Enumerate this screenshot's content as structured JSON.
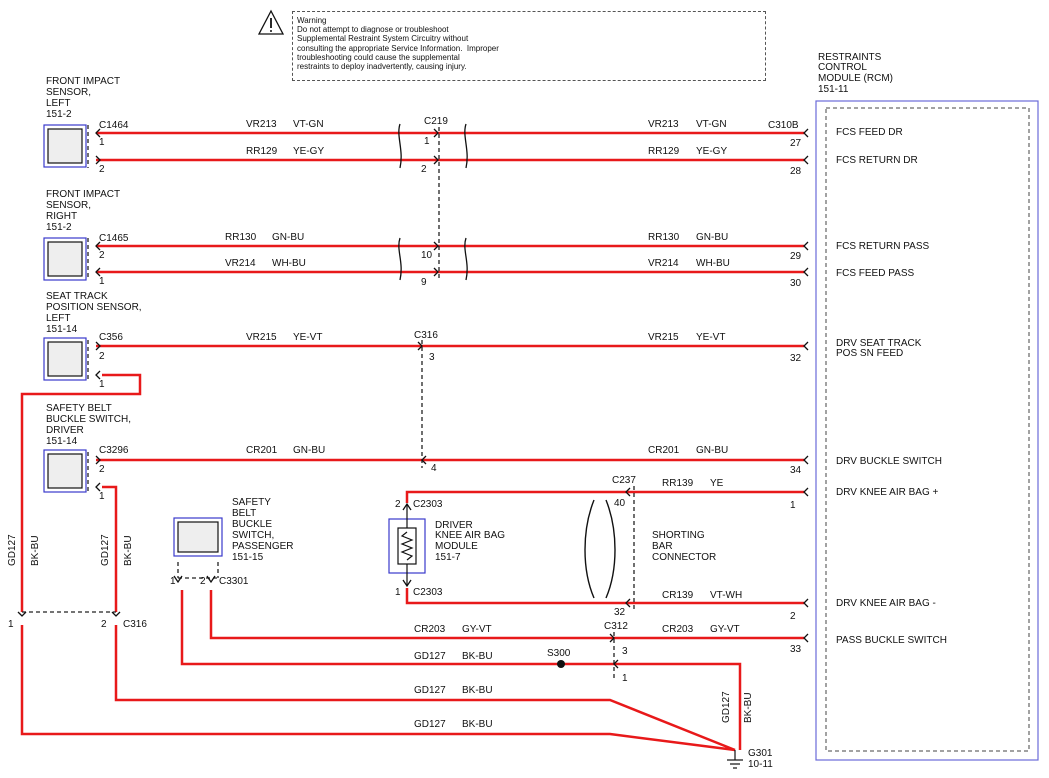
{
  "warning": {
    "title": "Warning",
    "lines": [
      "Do not attempt to diagnose or troubleshoot",
      "Supplemental Restraint System Circuitry without",
      "consulting the appropriate Service Information.  Improper",
      "troubleshooting could cause the supplemental",
      "restraints to deploy inadvertently, causing injury."
    ]
  },
  "rcm": {
    "title": [
      "RESTRAINTS",
      "CONTROL",
      "MODULE (RCM)",
      "151-11"
    ],
    "connector": "C310B",
    "pins": [
      {
        "num": "27",
        "label": "FCS FEED DR"
      },
      {
        "num": "28",
        "label": "FCS RETURN DR"
      },
      {
        "num": "29",
        "label": "FCS RETURN PASS"
      },
      {
        "num": "30",
        "label": "FCS FEED PASS"
      },
      {
        "num": "32",
        "label": "DRV SEAT TRACK\nPOS SN FEED"
      },
      {
        "num": "34",
        "label": "DRV BUCKLE SWITCH"
      },
      {
        "num": "1",
        "label": "DRV KNEE AIR BAG +"
      },
      {
        "num": "2",
        "label": "DRV KNEE AIR BAG -"
      },
      {
        "num": "33",
        "label": "PASS BUCKLE SWITCH"
      }
    ]
  },
  "components": {
    "fis_left": {
      "name": [
        "FRONT IMPACT",
        "SENSOR,",
        "LEFT",
        "151-2"
      ],
      "connector": "C1464",
      "pins": [
        "1",
        "2"
      ]
    },
    "fis_right": {
      "name": [
        "FRONT IMPACT",
        "SENSOR,",
        "RIGHT",
        "151-2"
      ],
      "connector": "C1465",
      "pins": [
        "2",
        "1"
      ]
    },
    "seat_track": {
      "name": [
        "SEAT TRACK",
        "POSITION SENSOR,",
        "LEFT",
        "151-14"
      ],
      "connector": "C356",
      "pins": [
        "2",
        "1"
      ]
    },
    "buckle_driver": {
      "name": [
        "SAFETY BELT",
        "BUCKLE SWITCH,",
        "DRIVER",
        "151-14"
      ],
      "connector": "C3296",
      "pins": [
        "2",
        "1"
      ]
    },
    "buckle_pass": {
      "name": [
        "SAFETY",
        "BELT",
        "BUCKLE",
        "SWITCH,",
        "PASSENGER",
        "151-15"
      ],
      "connector": "C3301",
      "pins": [
        "1",
        "2"
      ]
    },
    "knee_module": {
      "name": [
        "DRIVER",
        "KNEE AIR BAG",
        "MODULE",
        "151-7"
      ],
      "connector_top": "C2303",
      "connector_bottom": "C2303",
      "pin_top": "2",
      "pin_bottom": "1"
    },
    "shorting_bar": {
      "name": [
        "SHORTING",
        "BAR",
        "CONNECTOR"
      ]
    }
  },
  "inline_connectors": {
    "c219": {
      "name": "C219",
      "pins": [
        "1",
        "2",
        "10",
        "9"
      ]
    },
    "c316a": {
      "name": "C316",
      "pins": [
        "3",
        "4"
      ]
    },
    "c237": {
      "name": "C237",
      "pins": [
        "40",
        "32"
      ]
    },
    "c312": {
      "name": "C312",
      "pins": [
        "3",
        "1"
      ]
    },
    "c316b": {
      "name": "C316",
      "pins": [
        "1",
        "2"
      ]
    }
  },
  "splice": {
    "name": "S300"
  },
  "ground": {
    "name": "G301",
    "ref": "10-11"
  },
  "circuits": [
    {
      "left_circuit": "VR213",
      "left_color": "VT-GN",
      "right_circuit": "VR213",
      "right_color": "VT-GN"
    },
    {
      "left_circuit": "RR129",
      "left_color": "YE-GY",
      "right_circuit": "RR129",
      "right_color": "YE-GY"
    },
    {
      "left_circuit": "RR130",
      "left_color": "GN-BU",
      "right_circuit": "RR130",
      "right_color": "GN-BU"
    },
    {
      "left_circuit": "VR214",
      "left_color": "WH-BU",
      "right_circuit": "VR214",
      "right_color": "WH-BU"
    },
    {
      "left_circuit": "VR215",
      "left_color": "YE-VT",
      "right_circuit": "VR215",
      "right_color": "YE-VT"
    },
    {
      "left_circuit": "CR201",
      "left_color": "GN-BU",
      "right_circuit": "CR201",
      "right_color": "GN-BU"
    },
    {
      "left_circuit": "",
      "left_color": "",
      "right_circuit": "RR139",
      "right_color": "YE"
    },
    {
      "left_circuit": "",
      "left_color": "",
      "right_circuit": "CR139",
      "right_color": "VT-WH"
    },
    {
      "left_circuit": "CR203",
      "left_color": "GY-VT",
      "right_circuit": "CR203",
      "right_color": "GY-VT"
    },
    {
      "left_circuit": "GD127",
      "left_color": "BK-BU",
      "right_circuit": "",
      "right_color": ""
    },
    {
      "left_circuit": "GD127",
      "left_color": "BK-BU",
      "right_circuit": "",
      "right_color": ""
    },
    {
      "left_circuit": "GD127",
      "left_color": "BK-BU",
      "right_circuit": "",
      "right_color": ""
    }
  ],
  "vertical_labels": [
    {
      "circuit": "GD127",
      "color": "BK-BU"
    },
    {
      "circuit": "GD127",
      "color": "BK-BU"
    },
    {
      "circuit": "GD127",
      "color": "BK-BU"
    }
  ],
  "colors": {
    "wire": "#e8191a",
    "module_border": "#6a6ad8",
    "ink": "#111111"
  }
}
